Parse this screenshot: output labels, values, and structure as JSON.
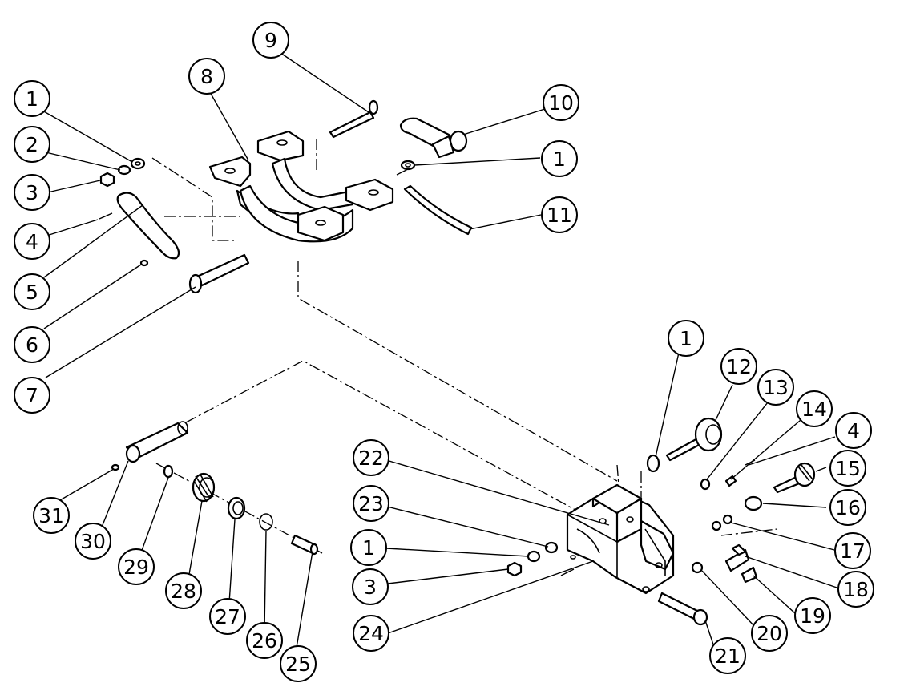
{
  "callouts": [
    {
      "id": "c1a",
      "text": "1"
    },
    {
      "id": "c2",
      "text": "2"
    },
    {
      "id": "c3a",
      "text": "3"
    },
    {
      "id": "c4a",
      "text": "4"
    },
    {
      "id": "c5",
      "text": "5"
    },
    {
      "id": "c6",
      "text": "6"
    },
    {
      "id": "c7",
      "text": "7"
    },
    {
      "id": "c8",
      "text": "8"
    },
    {
      "id": "c9",
      "text": "9"
    },
    {
      "id": "c10",
      "text": "10"
    },
    {
      "id": "c1b",
      "text": "1"
    },
    {
      "id": "c11",
      "text": "11"
    },
    {
      "id": "c1c",
      "text": "1"
    },
    {
      "id": "c12",
      "text": "12"
    },
    {
      "id": "c13",
      "text": "13"
    },
    {
      "id": "c14",
      "text": "14"
    },
    {
      "id": "c4b",
      "text": "4"
    },
    {
      "id": "c15",
      "text": "15"
    },
    {
      "id": "c16",
      "text": "16"
    },
    {
      "id": "c17",
      "text": "17"
    },
    {
      "id": "c18",
      "text": "18"
    },
    {
      "id": "c19",
      "text": "19"
    },
    {
      "id": "c20",
      "text": "20"
    },
    {
      "id": "c21",
      "text": "21"
    },
    {
      "id": "c22",
      "text": "22"
    },
    {
      "id": "c23",
      "text": "23"
    },
    {
      "id": "c1d",
      "text": "1"
    },
    {
      "id": "c3b",
      "text": "3"
    },
    {
      "id": "c24",
      "text": "24"
    },
    {
      "id": "c25",
      "text": "25"
    },
    {
      "id": "c26",
      "text": "26"
    },
    {
      "id": "c27",
      "text": "27"
    },
    {
      "id": "c28",
      "text": "28"
    },
    {
      "id": "c29",
      "text": "29"
    },
    {
      "id": "c30",
      "text": "30"
    },
    {
      "id": "c31",
      "text": "31"
    }
  ]
}
